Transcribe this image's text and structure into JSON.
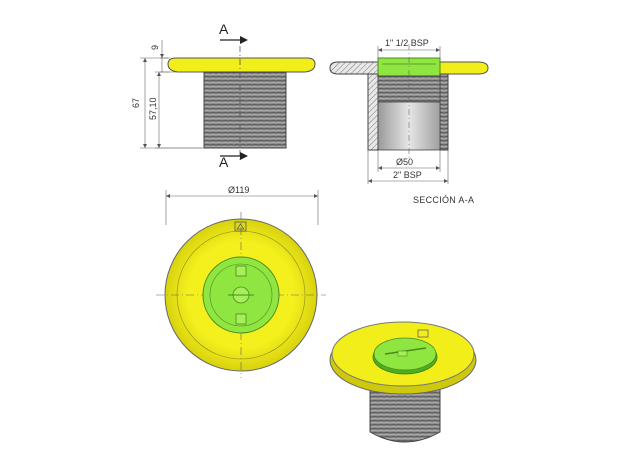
{
  "title": "SECCIÓN A-A",
  "dimensions": {
    "flange_thickness": "9",
    "total_height": "67",
    "body_length": "57,10",
    "outer_diameter": "Ø119",
    "inner_thread": "1\" 1/2 BSP",
    "bore_diameter": "Ø50",
    "outer_thread": "2\" BSP"
  },
  "section_markers": {
    "top": "A",
    "bottom": "A"
  },
  "colors": {
    "flange": "#f2ee1a",
    "insert": "#8fe640",
    "thread": "#8a8a8a",
    "line": "#555555"
  },
  "icons": [
    "arrow-right-icon",
    "logo-mark-icon"
  ]
}
